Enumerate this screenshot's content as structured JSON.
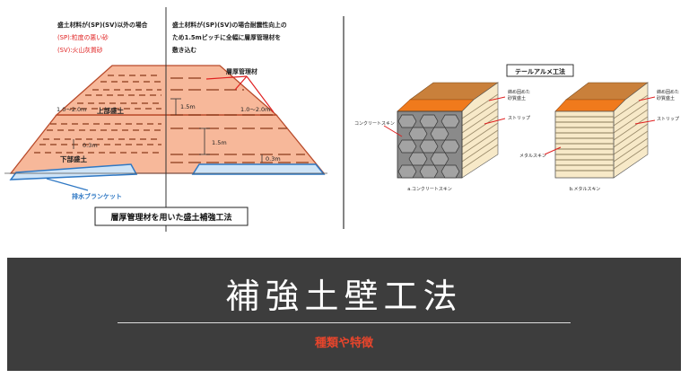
{
  "left_panel": {
    "note_left_line1": "盛土材料が(SP)(SV)以外の場合",
    "note_left_sp": "(SP):粒度の悪い砂",
    "note_left_sv": "(SV):火山灰質砂",
    "note_right_line1": "盛土材料が(SP)(SV)の場合耐震性向上の",
    "note_right_line2": "ため1.5mピッチに全幅に層厚管理材を",
    "note_right_line3": "敷き込む",
    "label_layer_material": "層厚管理材",
    "label_upper_fill": "上部盛土",
    "label_lower_fill": "下部盛土",
    "label_height_left": "1.0～2.0m",
    "label_height_right": "1.0～2.0m",
    "label_pitch_upper": "1.5m",
    "label_pitch_lower": "1.5m",
    "label_spacing_left": "0.3m",
    "label_spacing_right": "0.3m",
    "label_drain_blanket": "排水ブランケット",
    "caption": "層厚管理材を用いた盛土補強工法"
  },
  "right_panel": {
    "title": "テールアルメ工法",
    "label_concrete_skin": "コンクリートスキン",
    "label_strip_a": "ストリップ",
    "label_fill_a_line1": "締め固めた",
    "label_fill_a_line2": "砂質盛土",
    "caption_a": "a.コンクリートスキン",
    "label_metal_skin": "メタルスキン",
    "label_strip_b": "ストリップ",
    "label_fill_b_line1": "締め固めた",
    "label_fill_b_line2": "砂質盛土",
    "caption_b": "b.メタルスキン"
  },
  "banner": {
    "title": "補強土壁工法",
    "subtitle": "種類や特徴"
  },
  "colors": {
    "fill": "#f7b89a",
    "fill_stroke": "#b84a2a",
    "drain": "#cfe4f7",
    "drain_stroke": "#2f78c4",
    "arrow_red": "#e02020",
    "topsoil": "#c9803b",
    "orange_band": "#f07a1c",
    "face_beige": "#f7e9c8",
    "concrete": "#8a8a8a",
    "banner_bg": "#3d3d3d",
    "subtitle": "#e8452c"
  }
}
